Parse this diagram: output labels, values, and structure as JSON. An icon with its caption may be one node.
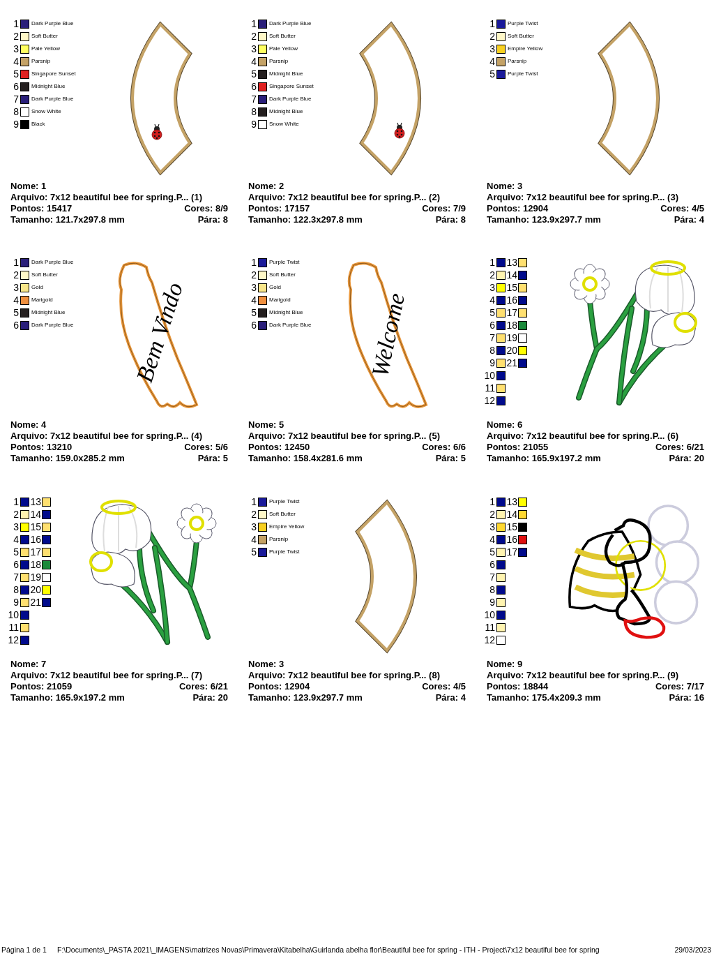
{
  "diagram": {
    "labels": [
      "1",
      "2",
      "3",
      "4",
      "5",
      "6",
      "7",
      "8",
      "9",
      "Nome: 1",
      "Arquivo: 7x12 beautiful bee for spring.P... (1)",
      "Pontos: 15417",
      "Cores: 8/9",
      "Tamanho: 121.7x297.8 mm",
      "Pára: 8",
      "1",
      "2",
      "3",
      "4",
      "5",
      "6",
      "7",
      "8",
      "9",
      "Nome: 2",
      "Arquivo: 7x12 beautiful bee for spring.P... (2)",
      "Pontos: 17157",
      "Cores: 7/9",
      "Tamanho: 122.3x297.8 mm",
      "Pára: 8",
      "1",
      "2",
      "3",
      "4",
      "5",
      "Nome: 3",
      "Arquivo: 7x12 beautiful bee for spring.P... (3)",
      "Pontos: 12904",
      "Cores: 4/5",
      "Tamanho: 123.9x297.7 mm",
      "Pára: 4",
      "1",
      "2",
      "3",
      "4",
      "5",
      "6",
      "Bem Vindo",
      "Nome: 4",
      "Arquivo: 7x12 beautiful bee for spring.P... (4)",
      "Pontos: 13210",
      "Cores: 5/6",
      "Tamanho: 159.0x285.2 mm",
      "Pára: 5",
      "1",
      "2",
      "3",
      "4",
      "5",
      "6",
      "Welcome",
      "Nome: 5",
      "Arquivo: 7x12 beautiful bee for spring.P... (5)",
      "Pontos: 12450",
      "Cores: 6/6",
      "Tamanho: 158.4x281.6 mm",
      "Pára: 5",
      "Nome: 6",
      "Arquivo: 7x12 beautiful bee for spring.P... (6)",
      "Pontos: 21055",
      "Cores: 6/21",
      "Tamanho: 165.9x197.2 mm",
      "Pára: 20",
      "Nome: 7",
      "Arquivo: 7x12 beautiful bee for spring.P... (7)",
      "Pontos: 21059",
      "Cores: 6/21",
      "Tamanho: 165.9x197.2 mm",
      "Pára: 20",
      "1",
      "2",
      "3",
      "4",
      "5",
      "Nome: 3",
      "Arquivo: 7x12 beautiful bee for spring.P... (8)",
      "Pontos: 12904",
      "Cores: 4/5",
      "Tamanho: 123.9x297.7 mm",
      "Pára: 4",
      "Nome: 9",
      "Arquivo: 7x12 beautiful bee for spring.P... (9)",
      "Pontos: 18844",
      "Cores: 7/17",
      "Tamanho: 175.4x209.3 mm",
      "Pára: 16",
      "Página 1 de 1",
      "F:\\Documents\\_PASTA 2021\\_IMAGENS\\matrizes Novas\\Primavera\\Kitabelha\\Guirlanda abelha flor\\Beautiful bee for spring - ITH - Project\\7x12 beautiful bee for spring",
      "29/03/2023"
    ],
    "legend": [
      {
        "text": "Dark Purple Blue",
        "color": "#2a1f7a"
      },
      {
        "text": "Soft Butter",
        "color": "#fff8c8"
      },
      {
        "text": "Pale Yellow",
        "color": "#ffff60"
      },
      {
        "text": "Parsnip",
        "color": "#c4a266"
      },
      {
        "text": "Singapore Sunset",
        "color": "#e02020"
      },
      {
        "text": "Midnight Blue",
        "color": "#241f1f"
      },
      {
        "text": "Dark Purple Blue",
        "color": "#2a1f7a"
      },
      {
        "text": "Snow White",
        "color": "#ffffff"
      },
      {
        "text": "Black",
        "color": "#000000"
      },
      {
        "text": "Dark Purple Blue",
        "color": "#2a1f7a"
      },
      {
        "text": "Soft Butter",
        "color": "#fff8c8"
      },
      {
        "text": "Pale Yellow",
        "color": "#ffff60"
      },
      {
        "text": "Parsnip",
        "color": "#c4a266"
      },
      {
        "text": "Midnight Blue",
        "color": "#241f1f"
      },
      {
        "text": "Singapore Sunset",
        "color": "#e02020"
      },
      {
        "text": "Dark Purple Blue",
        "color": "#2a1f7a"
      },
      {
        "text": "Midnight Blue",
        "color": "#241f1f"
      },
      {
        "text": "Snow White",
        "color": "#ffffff"
      },
      {
        "text": "Purple Twist",
        "color": "#1a1a9a"
      },
      {
        "text": "Soft Butter",
        "color": "#fff8c8"
      },
      {
        "text": "Empire Yellow",
        "color": "#f8d020"
      },
      {
        "text": "Parsnip",
        "color": "#c4a266"
      },
      {
        "text": "Purple Twist",
        "color": "#1a1a9a"
      },
      {
        "text": "Dark Purple Blue",
        "color": "#2a1f7a"
      },
      {
        "text": "Soft Butter",
        "color": "#fff8c8"
      },
      {
        "text": "Gold",
        "color": "#f8e68a"
      },
      {
        "text": "Marigold",
        "color": "#f09040"
      },
      {
        "text": "Midnight Blue",
        "color": "#241f1f"
      },
      {
        "text": "Dark Purple Blue",
        "color": "#2a1f7a"
      },
      {
        "text": "Purple Twist",
        "color": "#1a1a9a"
      },
      {
        "text": "Soft Butter",
        "color": "#fff8c8"
      },
      {
        "text": "Gold",
        "color": "#f8e68a"
      },
      {
        "text": "Marigold",
        "color": "#f09040"
      },
      {
        "text": "Midnight Blue",
        "color": "#241f1f"
      },
      {
        "text": "Dark Purple Blue",
        "color": "#2a1f7a"
      },
      {
        "text": "1",
        "color": "#000a8c"
      },
      {
        "text": "13",
        "color": "#ffe070"
      },
      {
        "text": "2",
        "color": "#fff4b0"
      },
      {
        "text": "14",
        "color": "#000a8c"
      },
      {
        "text": "3",
        "color": "#ffff00"
      },
      {
        "text": "15",
        "color": "#ffe070"
      },
      {
        "text": "4",
        "color": "#000a8c"
      },
      {
        "text": "16",
        "color": "#000a8c"
      },
      {
        "text": "5",
        "color": "#ffe070"
      },
      {
        "text": "17",
        "color": "#ffe070"
      },
      {
        "text": "6",
        "color": "#000a8c"
      },
      {
        "text": "18",
        "color": "#1a8a3a"
      },
      {
        "text": "7",
        "color": "#ffe070"
      },
      {
        "text": "19",
        "color": "#ffffff"
      },
      {
        "text": "8",
        "color": "#000a8c"
      },
      {
        "text": "20",
        "color": "#ffff00"
      },
      {
        "text": "9",
        "color": "#ffe070"
      },
      {
        "text": "21",
        "color": "#000a8c"
      },
      {
        "text": "10",
        "color": "#000a8c"
      },
      {
        "text": "11",
        "color": "#ffe070"
      },
      {
        "text": "12",
        "color": "#000a8c"
      },
      {
        "text": "1",
        "color": "#000a8c"
      },
      {
        "text": "13",
        "color": "#ffe070"
      },
      {
        "text": "2",
        "color": "#fff4b0"
      },
      {
        "text": "14",
        "color": "#000a8c"
      },
      {
        "text": "3",
        "color": "#ffff00"
      },
      {
        "text": "15",
        "color": "#ffe070"
      },
      {
        "text": "4",
        "color": "#000a8c"
      },
      {
        "text": "16",
        "color": "#000a8c"
      },
      {
        "text": "5",
        "color": "#ffe070"
      },
      {
        "text": "17",
        "color": "#ffe070"
      },
      {
        "text": "6",
        "color": "#000a8c"
      },
      {
        "text": "18",
        "color": "#1a8a3a"
      },
      {
        "text": "7",
        "color": "#ffe070"
      },
      {
        "text": "19",
        "color": "#ffffff"
      },
      {
        "text": "8",
        "color": "#000a8c"
      },
      {
        "text": "20",
        "color": "#ffff00"
      },
      {
        "text": "9",
        "color": "#ffe070"
      },
      {
        "text": "21",
        "color": "#000a8c"
      },
      {
        "text": "10",
        "color": "#000a8c"
      },
      {
        "text": "11",
        "color": "#ffe070"
      },
      {
        "text": "12",
        "color": "#000a8c"
      },
      {
        "text": "Purple Twist",
        "color": "#1a1a9a"
      },
      {
        "text": "Soft Butter",
        "color": "#fff8c8"
      },
      {
        "text": "Empire Yellow",
        "color": "#f8d020"
      },
      {
        "text": "Parsnip",
        "color": "#c4a266"
      },
      {
        "text": "Purple Twist",
        "color": "#1a1a9a"
      },
      {
        "text": "1",
        "color": "#000a8c"
      },
      {
        "text": "13",
        "color": "#ffff00"
      },
      {
        "text": "2",
        "color": "#fff4b0"
      },
      {
        "text": "14",
        "color": "#ffd830"
      },
      {
        "text": "3",
        "color": "#ffd830"
      },
      {
        "text": "15",
        "color": "#000000"
      },
      {
        "text": "4",
        "color": "#000a8c"
      },
      {
        "text": "16",
        "color": "#e01010"
      },
      {
        "text": "5",
        "color": "#fff4b0"
      },
      {
        "text": "17",
        "color": "#000a8c"
      },
      {
        "text": "6",
        "color": "#000a8c"
      },
      {
        "text": "7",
        "color": "#fff4b0"
      },
      {
        "text": "8",
        "color": "#000a8c"
      },
      {
        "text": "9",
        "color": "#fff4b0"
      },
      {
        "text": "10",
        "color": "#000a8c"
      },
      {
        "text": "11",
        "color": "#fff4b0"
      },
      {
        "text": "12",
        "color": "#ffffff"
      }
    ]
  }
}
